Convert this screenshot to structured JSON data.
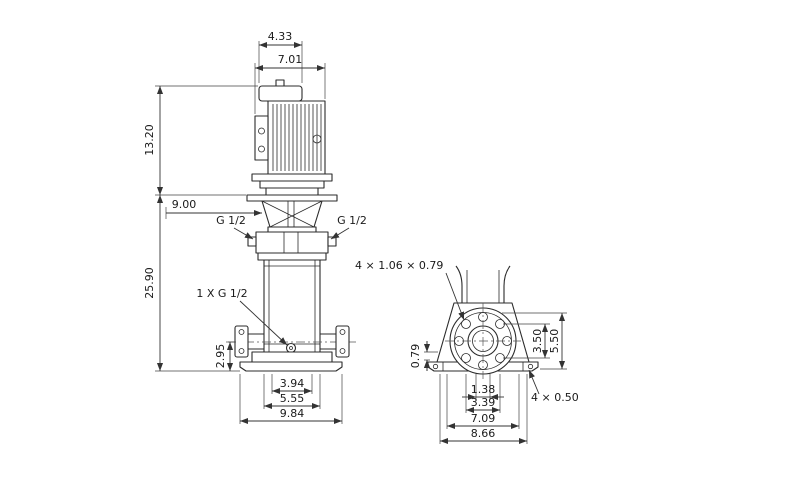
{
  "front": {
    "fan_width": "4.33",
    "motor_width": "7.01",
    "motor_height": "13.20",
    "port_offset": "9.00",
    "port_left": "G 1/2",
    "port_right": "G 1/2",
    "total_height": "25.90",
    "drain_label": "1 X G 1/2",
    "port_center_height": "2.95",
    "flange_span": "3.94",
    "column_span": "5.55",
    "base_width": "9.84"
  },
  "side": {
    "bolt_holes": "4 × 1.06  × 0.79",
    "base_edge": "0.79",
    "bolt_span_v": "3.50",
    "flange_height": "5.50",
    "b1": "1.38",
    "b2": "3.39",
    "b3": "7.09",
    "b4": "8.66",
    "foot_holes": "4  × 0.50"
  }
}
